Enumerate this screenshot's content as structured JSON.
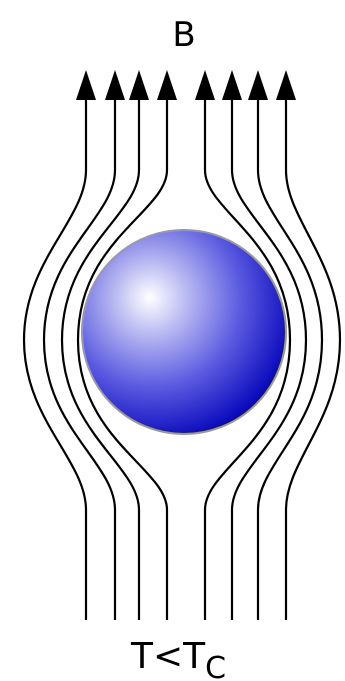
{
  "diagram": {
    "field_label": "B",
    "temperature_label": {
      "main": "T<T",
      "subscript": "C"
    },
    "colors": {
      "background": "#ffffff",
      "field_lines": "#000000",
      "sphere_highlight": "#ffffff",
      "sphere_mid": "#7a7ae6",
      "sphere_edge": "#0000c8",
      "sphere_outline": "#9a9a9a"
    },
    "field_line_count": 8,
    "arrowheads": 8
  }
}
